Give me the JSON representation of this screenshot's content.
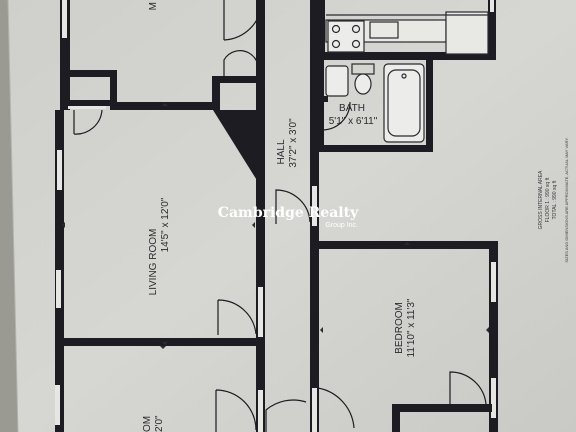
{
  "rooms": {
    "living": {
      "name": "LIVING ROOM",
      "dims": "14'5\" x 12'0\""
    },
    "hall": {
      "name": "HALL",
      "dims": "37'2\" x 3'0\""
    },
    "bath": {
      "name": "BATH",
      "dims": "5'1\" x 6'11\""
    },
    "bedroom": {
      "name": "BEDROOM",
      "dims": "11'10\" x 11'3\""
    },
    "partial_room_dims": "2'0\"",
    "partial_room_letter": "M",
    "partial_room_name_end": "OM"
  },
  "area_notes": {
    "heading": "GROSS INTERNAL AREA",
    "floor": "FLOOR 1 : 990 sq ft",
    "total": "TOTAL : 990 sq ft",
    "disclaimer": "SIZES AND DIMENSIONS ARE APPROXIMATE, ACTUAL MAY VARY."
  },
  "watermark": {
    "title": "Cambridge Realty",
    "subtitle": "Group Inc."
  },
  "colors": {
    "wall": "#1c1c22",
    "paper": "#d4d4d0",
    "margin": "#9e9d96"
  }
}
